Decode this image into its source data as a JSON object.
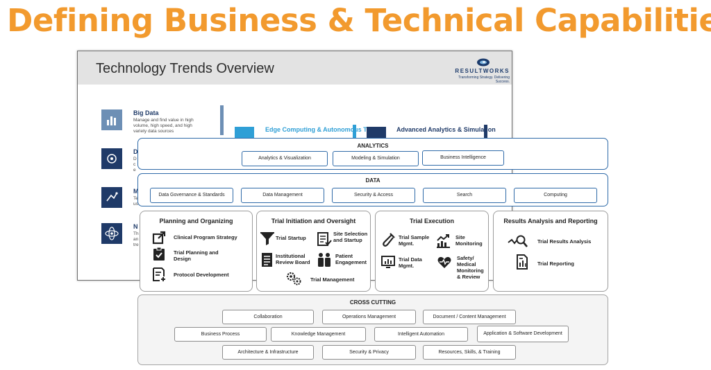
{
  "title": "Defining Business & Technical Capabilities",
  "slide": {
    "title": "Technology Trends Overview",
    "logo_name": "RESULTWORKS",
    "logo_tagline": "Transforming Strategy. Delivering Success.",
    "trends": [
      {
        "title": "Big Data",
        "description": "Manage and find value in high volume, high speed, and high variety data sources",
        "icon": "bar-chart-icon"
      },
      {
        "title": "Edge Computing & Autonomous Things",
        "icon": "edge-icon"
      },
      {
        "title": "Advanced Analytics & Simulation",
        "icon": "analytics-icon"
      }
    ],
    "partial_titles": [
      "D",
      "M",
      "N"
    ],
    "partial_text": [
      "D",
      "c",
      "e",
      "Te",
      "us",
      "Th",
      "an",
      "tre"
    ]
  },
  "analytics": {
    "label": "ANALYTICS",
    "items": [
      "Analytics & Visualization",
      "Modeling & Simulation",
      "Business Intelligence"
    ]
  },
  "data": {
    "label": "DATA",
    "items": [
      "Data Governance & Standards",
      "Data Management",
      "Security & Access",
      "Search",
      "Computing"
    ]
  },
  "lanes": [
    {
      "title": "Planning and Organizing",
      "items": [
        {
          "label": "Clinical Program Strategy",
          "icon": "external-link-icon"
        },
        {
          "label": "Trial Planning and Design",
          "icon": "clipboard-check-icon"
        },
        {
          "label": "Protocol Development",
          "icon": "document-add-icon"
        }
      ]
    },
    {
      "title": "Trial Initiation and Oversight",
      "items": [
        {
          "label": "Trial Startup",
          "icon": "funnel-icon"
        },
        {
          "label": "Site Selection and Startup",
          "icon": "checklist-icon"
        },
        {
          "label": "Institutional Review Board",
          "icon": "document-list-icon"
        },
        {
          "label": "Patient Engagement",
          "icon": "people-icon"
        },
        {
          "label": "Trial Management",
          "icon": "gears-icon"
        }
      ]
    },
    {
      "title": "Trial Execution",
      "items": [
        {
          "label": "Trial Sample Mgmt.",
          "icon": "test-tube-icon"
        },
        {
          "label": "Site Monitoring",
          "icon": "trend-chart-icon"
        },
        {
          "label": "Trial Data Mgmt.",
          "icon": "monitor-chart-icon"
        },
        {
          "label": "Safety/ Medical Monitoring & Review",
          "icon": "heart-pulse-icon"
        }
      ]
    },
    {
      "title": "Results Analysis and Reporting",
      "items": [
        {
          "label": "Trial Results Analysis",
          "icon": "magnify-chart-icon"
        },
        {
          "label": "Trial Reporting",
          "icon": "report-icon"
        }
      ]
    }
  ],
  "cross_cutting": {
    "label": "CROSS CUTTING",
    "rows": [
      [
        "Collaboration",
        "Operations Management",
        "Document / Content Management"
      ],
      [
        "Business Process",
        "Knowledge Management",
        "Intelligent Automation",
        "Application & Software Development"
      ],
      [
        "Architecture & Infrastructure",
        "Security & Privacy",
        "Resources, Skills, & Training"
      ]
    ]
  },
  "colors": {
    "title_orange": "#f29a2e",
    "section_blue": "#2f6aa8",
    "navy": "#1f3a68",
    "gray_border": "#a4a4a4"
  }
}
